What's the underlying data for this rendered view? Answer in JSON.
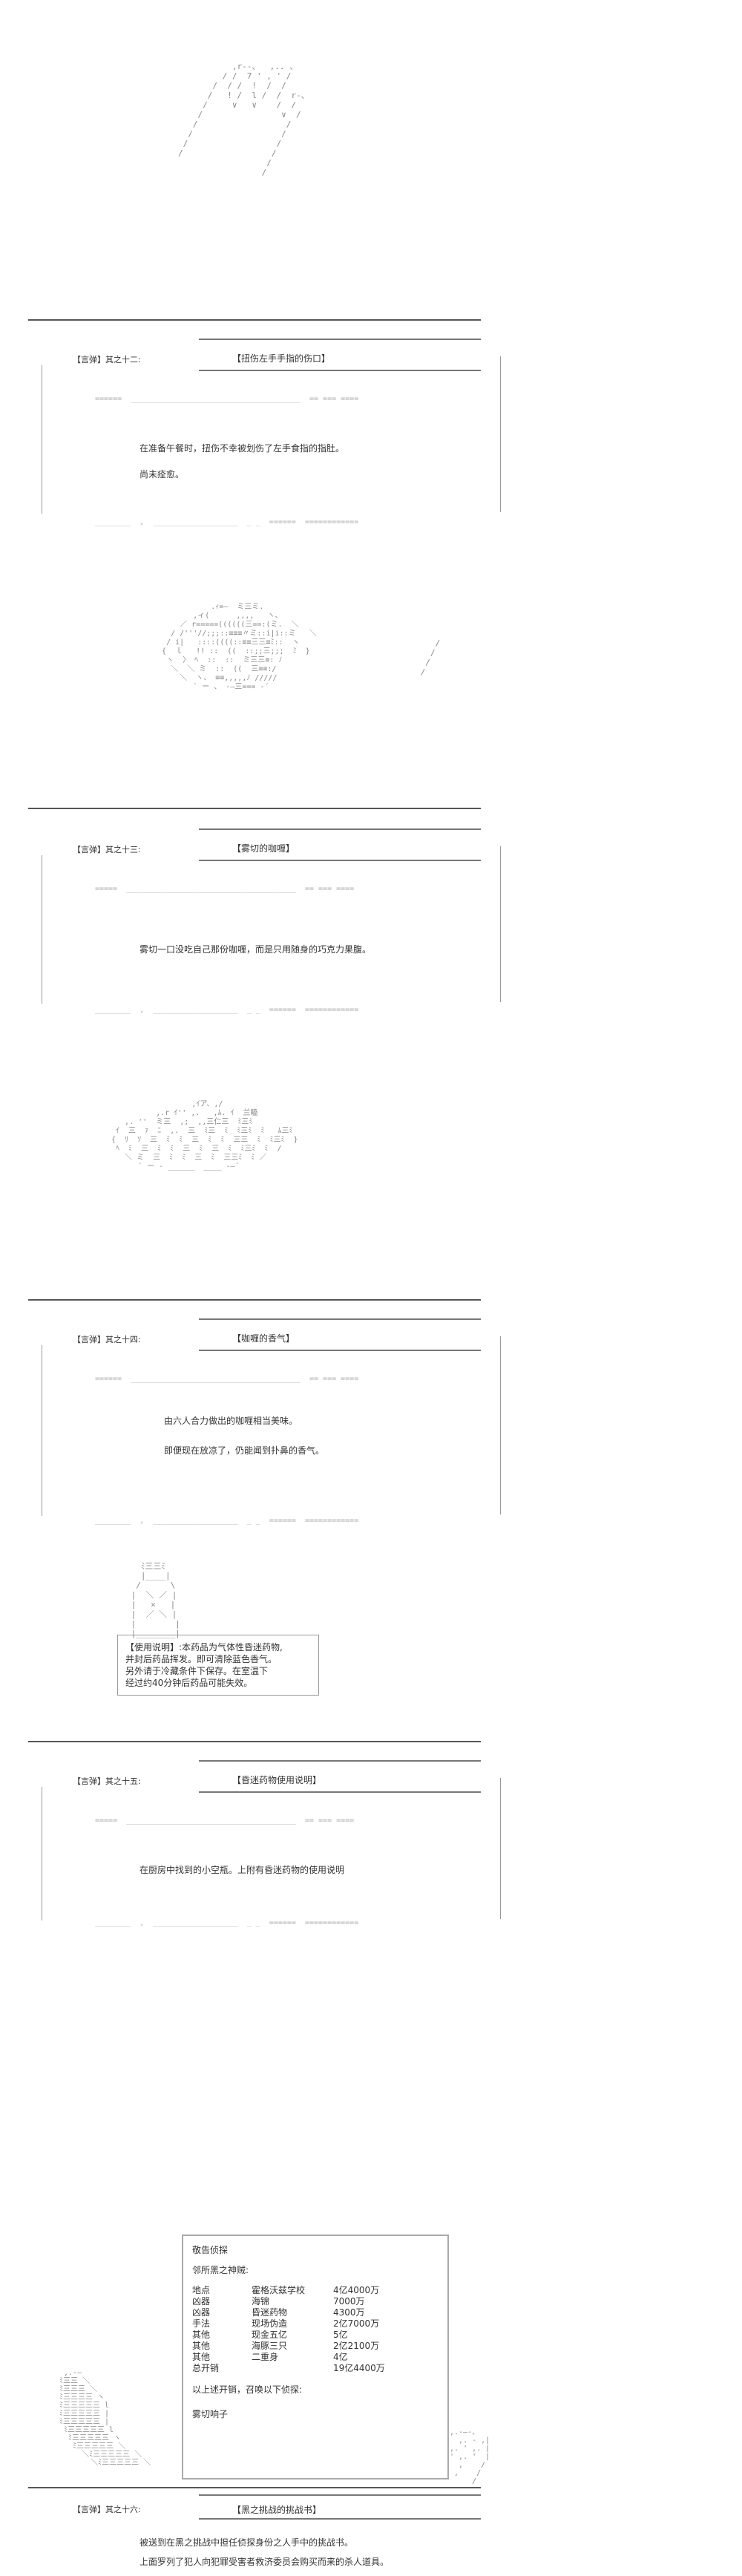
{
  "panels": [
    {
      "tag": "【言弹】其之十二:",
      "title": "【扭伤左手手指的伤口】",
      "lines": [
        "在准备午餐时，扭伤不幸被划伤了左手食指的指肚。",
        "尚未痊愈。"
      ]
    },
    {
      "tag": "【言弹】其之十三:",
      "title": "【雾切的咖喱】",
      "lines": [
        "雾切一口没吃自己那份咖喱，而是只用随身的巧克力果腹。"
      ]
    },
    {
      "tag": "【言弹】其之十四:",
      "title": "【咖喱的香气】",
      "lines": [
        "由六人合力做出的咖喱相当美味。",
        "即便现在放凉了，仍能闻到扑鼻的香气。"
      ]
    },
    {
      "tag": "【言弹】其之十五:",
      "title": "【昏迷药物使用说明】",
      "lines": [
        "在厨房中找到的小空瓶。上附有昏迷药物的使用说明"
      ]
    },
    {
      "tag": "【言弹】其之十六:",
      "title": "【黑之挑战的挑战书】",
      "lines": [
        "被送到在黑之挑战中担任侦探身份之人手中的挑战书。",
        "上面罗列了犯人向犯罪受害者救济委员会购买而来的杀人道具。"
      ]
    }
  ],
  "notice": {
    "lines": [
      "【使用说明】:本药品为气体性昏迷药物,",
      "并封后药品挥发。即可清除蓝色香气。",
      "另外请于冷藏条件下保存。在室温下",
      "经过约40分钟后药品可能失效。"
    ]
  },
  "letter": {
    "greeting": "敬告侦探",
    "subtitle": "邻所黑之神贼:",
    "rows": [
      [
        "地点",
        "霍格沃兹学校",
        "4亿4000万"
      ],
      [
        "凶器",
        "海锦",
        "7000万"
      ],
      [
        "凶器",
        "昏迷药物",
        "4300万"
      ],
      [
        "手法",
        "现场伪造",
        "2亿7000万"
      ],
      [
        "其他",
        "现金五亿",
        "5亿"
      ],
      [
        "其他",
        "海豚三只",
        "2亿2100万"
      ],
      [
        "其他",
        "二重身",
        "4亿"
      ],
      [
        "总开销",
        "",
        "19亿4400万"
      ]
    ],
    "closing": "以上述开销，召唤以下侦探:",
    "signature": "雾切响子"
  }
}
